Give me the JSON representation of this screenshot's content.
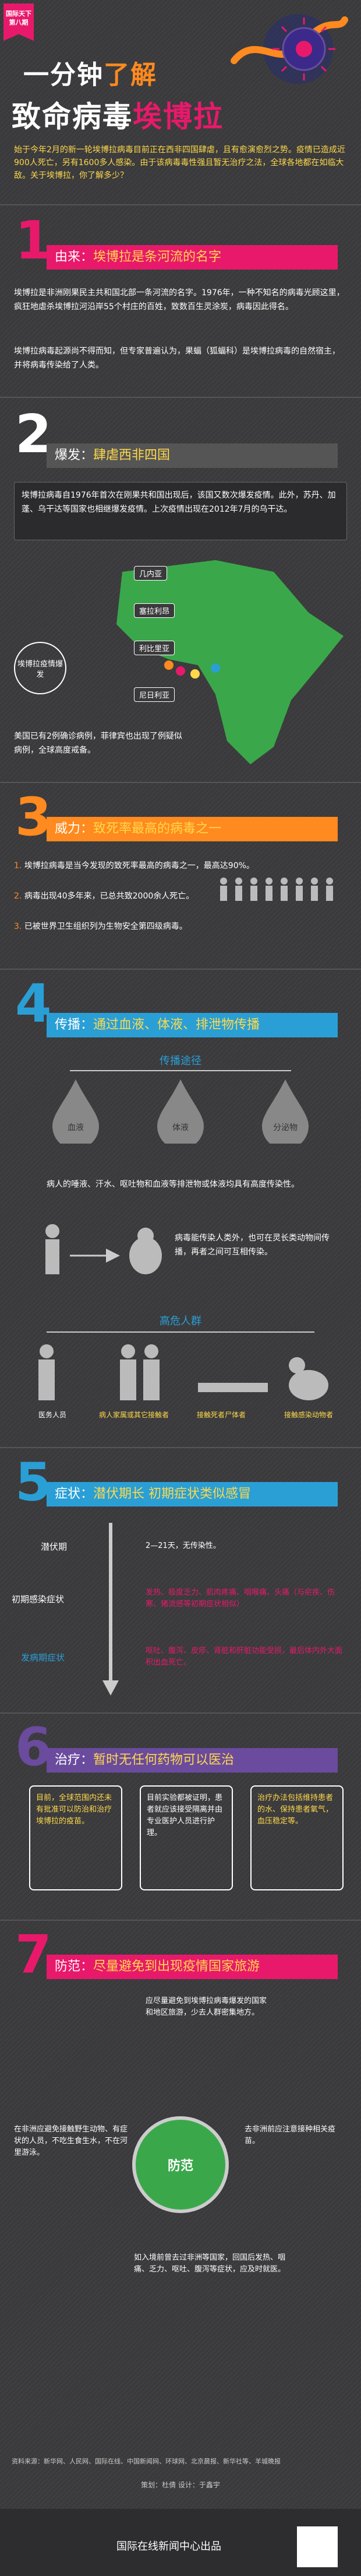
{
  "header": {
    "ribbon": "国际天下\n第八期",
    "title1_a": "一分钟",
    "title1_b": "了解",
    "title2_a": "致命病毒",
    "title2_b": "埃博拉",
    "intro": "始于今年2月的新一轮埃博拉病毒目前正在西非四国肆虐，且有愈演愈烈之势。疫情已造成近900人死亡，另有1600多人感染。由于该病毒毒性强且暂无治疗之法，全球各地都在如临大敌。关于埃博拉，你了解多少？"
  },
  "sec1": {
    "num": "1",
    "key": "由来：",
    "value": "埃博拉是条河流的名字",
    "p1": "埃博拉是非洲刚果民主共和国北部一条河流的名字。1976年，一种不知名的病毒光顾这里，疯狂地虐杀埃博拉河沿岸55个村庄的百姓，致数百生灵涂炭，病毒因此得名。",
    "p2": "埃博拉病毒起源尚不得而知，但专家普遍认为，果蝠（狐蝠科）是埃博拉病毒的自然宿主，并将病毒传染给了人类。"
  },
  "sec2": {
    "num": "2",
    "key": "爆发：",
    "value": "肆虐西非四国",
    "box": "埃博拉病毒自1976年首次在刚果共和国出现后，该国又数次爆发疫情。此外，苏丹、加蓬、乌干达等国家也相继爆发疫情。上次疫情出现在2012年7月的乌干达。",
    "countries": [
      "几内亚",
      "塞拉利昂",
      "利比里亚",
      "尼日利亚"
    ],
    "legend": "埃博拉疫情爆发",
    "p_usa": "美国已有2例确诊病例，菲律宾也出现了例疑似病例，全球高度戒备。"
  },
  "sec3": {
    "num": "3",
    "key": "威力：",
    "value": "致死率最高的病毒之一",
    "items": [
      "埃博拉病毒是当今发现的致死率最高的病毒之一，最高达90%。",
      "病毒出现40多年来，已总共致2000余人死亡。",
      "已被世界卫生组织列为生物安全第四级病毒。"
    ],
    "nums": [
      "1.",
      "2.",
      "3."
    ]
  },
  "sec4": {
    "num": "4",
    "key": "传播：",
    "value": "通过血液、体液、排泄物传播",
    "route_title": "传播途径",
    "routes": [
      "血液",
      "体液",
      "分泌物"
    ],
    "p1": "病人的唾液、汗水、呕吐物和血液等排泄物或体液均具有高度传染性。",
    "p2": "病毒能传染人类外，也可在灵长类动物间传播，再者之间可互相传染。",
    "risk_title": "高危人群",
    "risk_groups": [
      "医务人员",
      "病人家属或其它接触者",
      "接触死者尸体者",
      "接触感染动物者"
    ]
  },
  "sec5": {
    "num": "5",
    "key": "症状：",
    "value": "潜伏期长  初期症状类似感冒",
    "stages": [
      "潜伏期",
      "初期感染症状",
      "发病期症状"
    ],
    "t1": "2—21天，无传染性。",
    "t2": "发热、极度乏力、肌肉疼痛、咽喉痛、头痛（与疟疾、伤寒、猪流感等初期症状相似）",
    "t3": "呕吐、腹泻、皮疹、肾脏和肝脏功能受损，最后体内外大面积出血死亡。"
  },
  "sec6": {
    "num": "6",
    "key": "治疗：",
    "value": "暂时无任何药物可以医治",
    "b1": "目前，全球范围内还未有批准可以防治和治疗埃博拉的疫苗。",
    "b2": "目前实验都被证明，患者就应该接受隔离并由专业医护人员进行护理。",
    "b3": "治疗办法包括维持患者的水、保持患者氧气，血压稳定等。"
  },
  "sec7": {
    "num": "7",
    "key": "防范：",
    "value": "尽量避免到出现疫情国家旅游",
    "center": "防范",
    "tips": [
      "应尽量避免到埃博拉病毒爆发的国家和地区旅游，少去人群密集地方。",
      "在非洲应避免接触野生动物、有症状的人员，不吃生食生水，不在河里游泳。",
      "去非洲前应注意接种相关疫苗。",
      "如入境前曾去过非洲等国家，回国后发热、咽痛、乏力、呕吐、腹泻等症状，应及时就医。"
    ]
  },
  "footer": {
    "sources": "资料来源：新华网、人民网、国际在线、中国新闻网、环球网、北京晨报、新华社等、羊城晚报",
    "credits": "策划：杜倩  设计：于鑫宇",
    "org": "国际在线新闻中心出品"
  },
  "colors": {
    "pink": "#e8196b",
    "orange": "#ff8a1f",
    "yellow": "#ffd94a",
    "blue": "#2a9fd6",
    "green": "#3aa84a",
    "purple": "#6a4b9e"
  }
}
